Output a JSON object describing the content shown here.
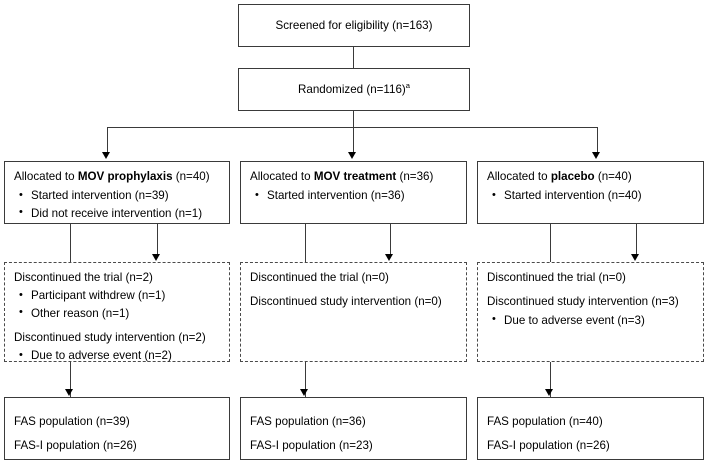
{
  "diagram": {
    "title": "CONSORT participant flow diagram",
    "type": "flowchart",
    "colors": {
      "solid_border": "#3a3a3a",
      "dashed_border": "#4a4a4a",
      "background": "#ffffff",
      "text": "#000000"
    }
  },
  "screening": {
    "screened_label": "Screened for eligibility (n=163)",
    "randomized_label_pre": "Randomized (n=116)",
    "randomized_footnote": "a"
  },
  "arms": [
    {
      "id": "mov-prophylaxis",
      "allocation": {
        "prefix": "Allocated to ",
        "emphasis": "MOV prophylaxis",
        "suffix": " (n=40)",
        "bullets": [
          "Started intervention (n=39)",
          "Did not receive intervention (n=1)"
        ]
      },
      "discontinuation": {
        "trial_header": "Discontinued the trial (n=2)",
        "trial_bullets": [
          "Participant withdrew (n=1)",
          "Other reason (n=1)"
        ],
        "intervention_header": "Discontinued study intervention (n=2)",
        "intervention_bullets": [
          "Due to adverse event (n=2)"
        ]
      },
      "analysis": {
        "fas": "FAS population (n=39)",
        "fas_i": "FAS-I population (n=26)"
      }
    },
    {
      "id": "mov-treatment",
      "allocation": {
        "prefix": "Allocated to ",
        "emphasis": "MOV treatment",
        "suffix": " (n=36)",
        "bullets": [
          "Started intervention (n=36)"
        ]
      },
      "discontinuation": {
        "trial_header": "Discontinued the trial (n=0)",
        "trial_bullets": [],
        "intervention_header": "Discontinued study intervention (n=0)",
        "intervention_bullets": []
      },
      "analysis": {
        "fas": "FAS population (n=36)",
        "fas_i": "FAS-I population (n=23)"
      }
    },
    {
      "id": "placebo",
      "allocation": {
        "prefix": "Allocated to ",
        "emphasis": "placebo",
        "suffix": " (n=40)",
        "bullets": [
          "Started intervention (n=40)"
        ]
      },
      "discontinuation": {
        "trial_header": "Discontinued the trial (n=0)",
        "trial_bullets": [],
        "intervention_header": "Discontinued study intervention (n=3)",
        "intervention_bullets": [
          "Due to adverse event (n=3)"
        ]
      },
      "analysis": {
        "fas": "FAS population (n=40)",
        "fas_i": "FAS-I population (n=26)"
      }
    }
  ]
}
